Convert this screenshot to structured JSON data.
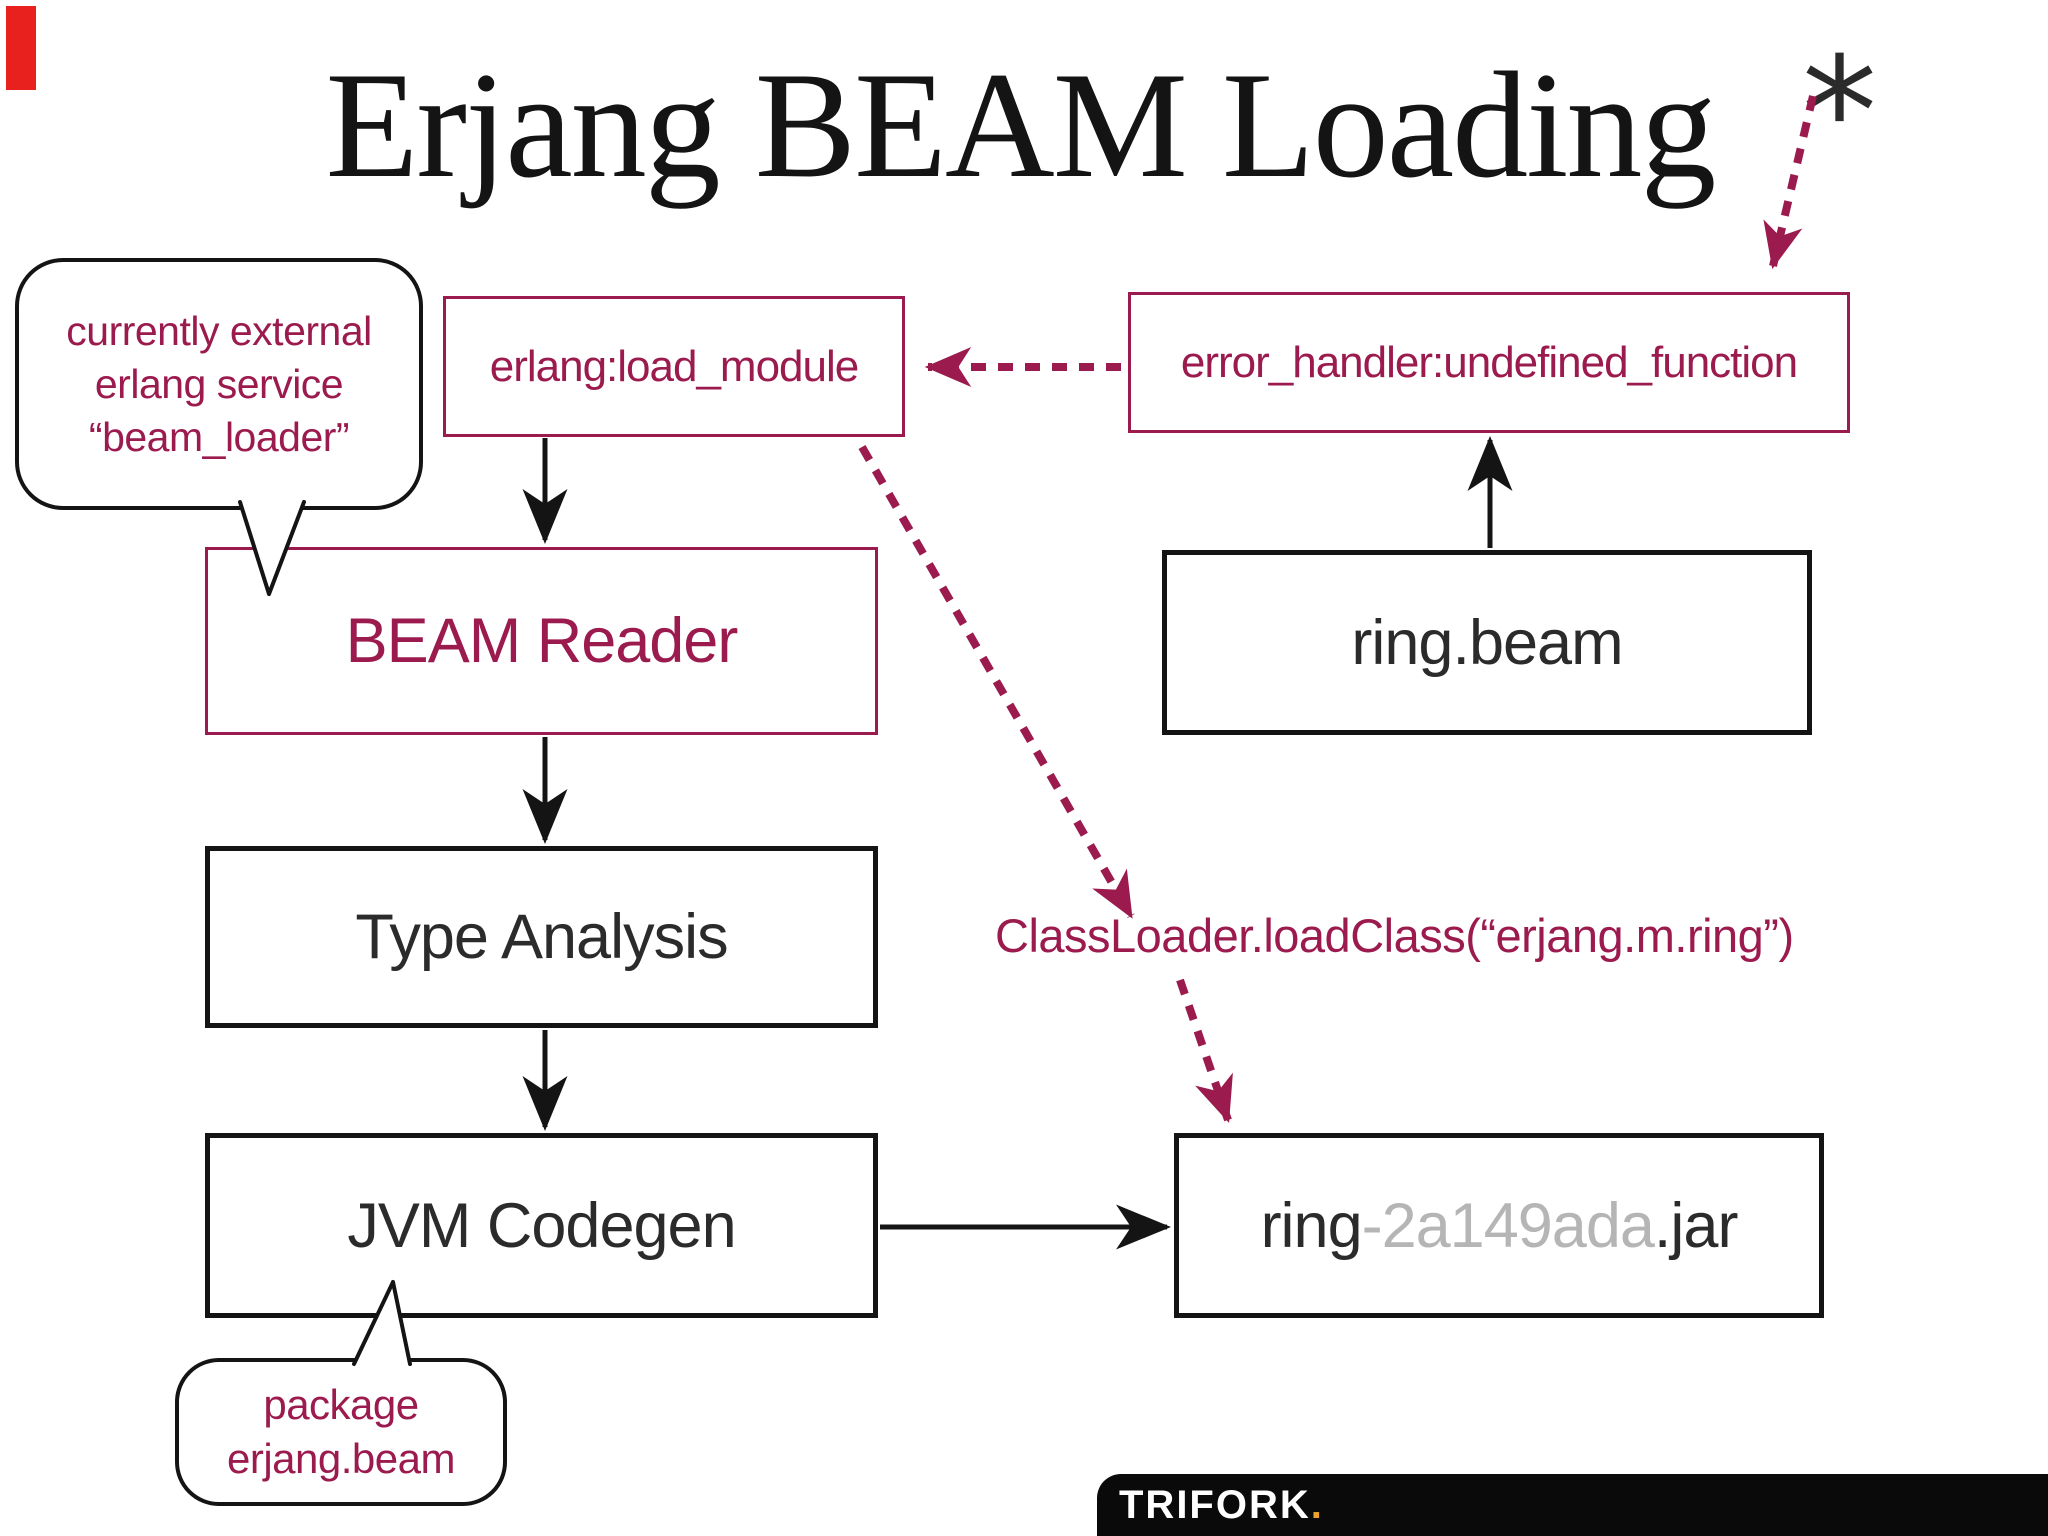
{
  "slide": {
    "title": "Erjang BEAM Loading",
    "footnote_mark": "*"
  },
  "boxes": {
    "load_module": "erlang:load_module",
    "error_handler": "error_handler:undefined_function",
    "beam_reader": "BEAM Reader",
    "ring_beam": "ring.beam",
    "type_analysis": "Type Analysis",
    "jvm_codegen": "JVM Codegen",
    "jar": {
      "prefix": "ring",
      "hash": "-2a149ada",
      "suffix": ".jar"
    }
  },
  "bubbles": {
    "beam_loader": {
      "line1": "currently external",
      "line2": "erlang service",
      "line3": "“beam_loader”"
    },
    "package": {
      "line1": "package",
      "line2": "erjang.beam"
    }
  },
  "labels": {
    "classloader_call": "ClassLoader.loadClass(“erjang.m.ring”)"
  },
  "footer": {
    "brand": "TRIFORK",
    "dot": "."
  },
  "colors": {
    "maroon": "#9c1b4e",
    "dark_text": "#2b2b2b",
    "box_border_black": "#141414",
    "jar_hash_gray": "#b5b5b5",
    "trifork_dot_orange": "#efa32f",
    "corner_marker_red": "#e8211f"
  }
}
